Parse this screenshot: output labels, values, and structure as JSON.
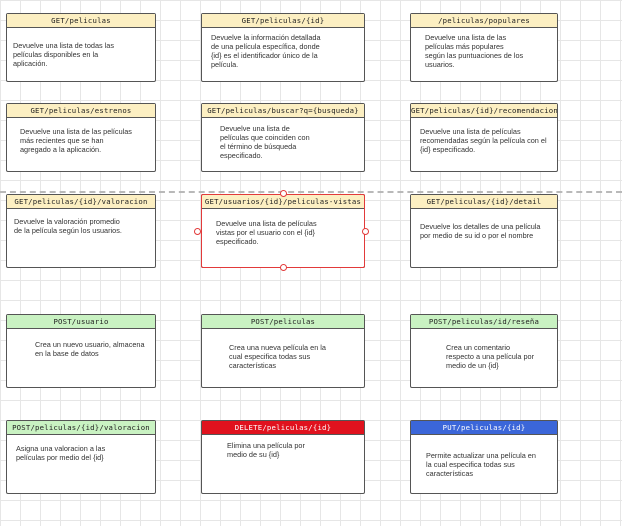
{
  "cards": [
    {
      "header": "GET/peliculas",
      "body": "Devuelve una lista de todas las películas disponibles en la aplicación."
    },
    {
      "header": "GET/peliculas/{id}",
      "body": "Devuelve la información detallada de una película específica, donde {id} es el identificador único de la película."
    },
    {
      "header": "/peliculas/populares",
      "body": "Devuelve una lista de las películas más populares según las puntuaciones de los usuarios."
    },
    {
      "header": "GET/peliculas/estrenos",
      "body": "Devuelve una lista de las películas más recientes que se han agregado a la aplicación."
    },
    {
      "header": "GET/peliculas/buscar?q={busqueda}",
      "body": "Devuelve una lista de películas que coinciden con el término de búsqueda especificado."
    },
    {
      "header": "GET/peliculas/{id}/recomendaciones",
      "body": "Devuelve una lista de películas recomendadas según la película con el {id} especificado."
    },
    {
      "header": "GET/peliculas/{id}/valoracion",
      "body": "Devuelve la valoración promedio de la película según los usuarios."
    },
    {
      "header": "GET/usuarios/{id}/peliculas-vistas",
      "body": "Devuelve una lista de películas vistas por el usuario con el {id} especificado."
    },
    {
      "header": "GET/peliculas/{id}/detail",
      "body": "Devuelve los detalles de una película por medio de su id o por el nombre"
    },
    {
      "header": "POST/usuario",
      "body": "Crea un nuevo usuario, almacena en la base de datos"
    },
    {
      "header": "POST/peliculas",
      "body": "Crea una nueva película en la cual especifica todas sus características"
    },
    {
      "header": "POST/peliculas/id/reseña",
      "body": "Crea un comentario respecto a una película por medio de un {id}"
    },
    {
      "header": "POST/peliculas/{id}/valoracion",
      "body": "Asigna una valoracion a las películas por medio del {id}"
    },
    {
      "header": "DELETE/peliculas/{id}",
      "body": "Elimina una película por medio de su {id}"
    },
    {
      "header": "PUT/peliculas/{id}",
      "body": "Permite actualizar una película en la cual especifica todas sus características"
    }
  ],
  "colors": {
    "get_header": "#fcefc2",
    "post_header": "#c9f2c2",
    "delete_header": "#e0121e",
    "put_header": "#3b66d9",
    "selection_handle": "#e23a3a",
    "grid": "#e6e6e6"
  }
}
